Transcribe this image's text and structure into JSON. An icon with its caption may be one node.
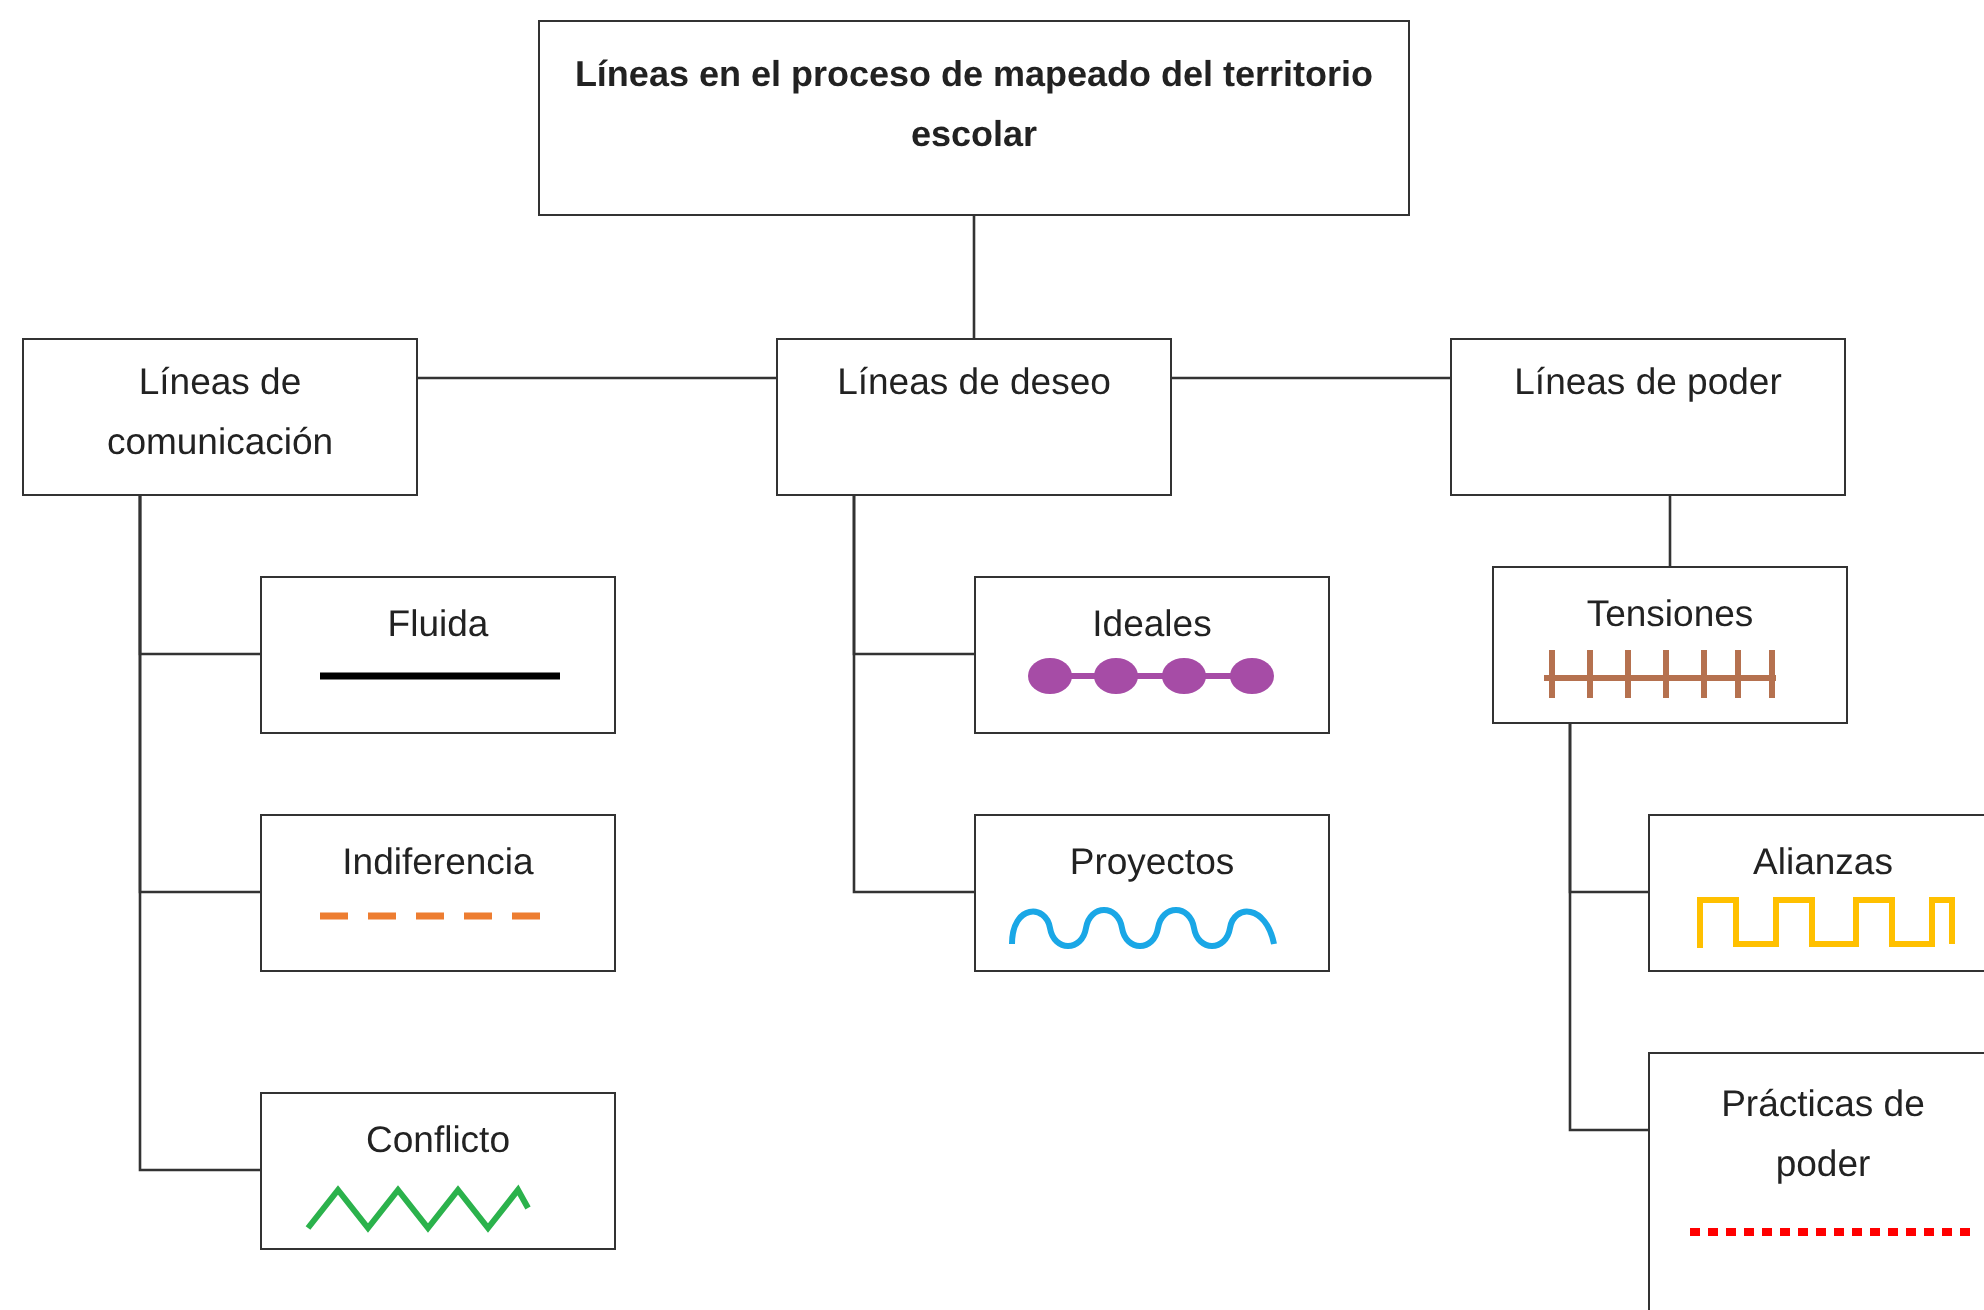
{
  "diagram": {
    "nodes": [
      {
        "text": [
          "Líneas en el proceso de mapeado del territorio escolar"
        ]
      },
      {
        "text": [
          "Líneas de comunicación"
        ]
      },
      {
        "text": [
          "Líneas de deseo"
        ]
      },
      {
        "text": [
          "Líneas de poder"
        ]
      },
      {
        "text": [
          "Fluida"
        ]
      },
      {
        "text": [
          "Indiferencia"
        ]
      },
      {
        "text": [
          "Conflicto"
        ]
      },
      {
        "text": [
          "Ideales"
        ]
      },
      {
        "text": [
          "Proyectos"
        ]
      },
      {
        "text": [
          "Tensiones"
        ]
      },
      {
        "text": [
          "Alianzas"
        ]
      },
      {
        "text": [
          "Prácticas de poder"
        ]
      }
    ],
    "edges": [
      {
        "from": 0,
        "to": 2,
        "arrow": "none"
      },
      {
        "from": 2,
        "to": 1,
        "arrow": "none"
      },
      {
        "from": 2,
        "to": 3,
        "arrow": "none"
      },
      {
        "from": 1,
        "to": 4,
        "arrow": "none"
      },
      {
        "from": 1,
        "to": 5,
        "arrow": "none"
      },
      {
        "from": 1,
        "to": 6,
        "arrow": "none"
      },
      {
        "from": 2,
        "to": 7,
        "arrow": "none"
      },
      {
        "from": 2,
        "to": 8,
        "arrow": "none"
      },
      {
        "from": 3,
        "to": 9,
        "arrow": "none"
      },
      {
        "from": 9,
        "to": 10,
        "arrow": "none"
      },
      {
        "from": 9,
        "to": 11,
        "arrow": "none"
      }
    ]
  }
}
